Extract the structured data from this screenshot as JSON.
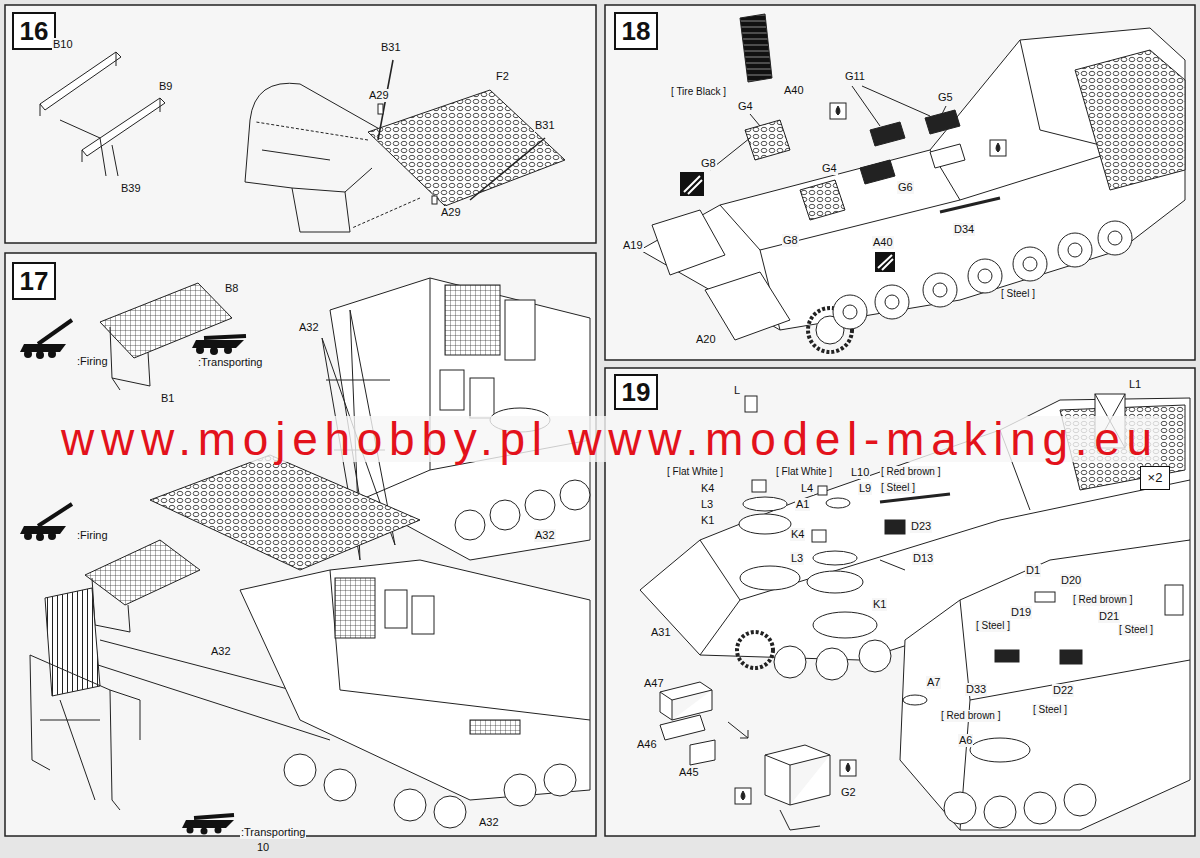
{
  "diagram": {
    "nodes": [
      {
        "text": [
          "16"
        ]
      },
      {
        "text": [
          "17"
        ]
      },
      {
        "text": [
          "18"
        ]
      },
      {
        "text": [
          "19"
        ]
      },
      {
        "text": [
          "×2"
        ]
      }
    ],
    "labels": [
      "B10",
      "B9",
      "B39",
      "B31",
      "A29",
      "F2",
      "B31",
      "A29",
      "B8",
      ":Firing",
      ":Transporting",
      "B1",
      "A32",
      "A32",
      ":Firing",
      "A32",
      ":Transporting",
      "A32",
      "www.mojehobby.pl www.model-making.eu",
      "[ Tire Black ]",
      "A40",
      "G11",
      "G5",
      "G4",
      "G8",
      "G4",
      "G6",
      "D34",
      "A40",
      "G8",
      "A19",
      "A20",
      "[ Steel ]",
      "L",
      "L1",
      "[ Flat White ]",
      "[ Flat White ]",
      "L10",
      "[ Red brown ]",
      "K4",
      "L4",
      "L9",
      "[ Steel ]",
      "L3",
      "A1",
      "K1",
      "K4",
      "D23",
      "L3",
      "D13",
      "K1",
      "D1",
      "D20",
      "[ Red brown ]",
      "D19",
      "[ Steel ]",
      "D21",
      "[ Steel ]",
      "A31",
      "A7",
      "D33",
      "D22",
      "A47",
      "[ Red brown ]",
      "[ Steel ]",
      "A6",
      "A46",
      "A45",
      "G2",
      "10"
    ]
  }
}
